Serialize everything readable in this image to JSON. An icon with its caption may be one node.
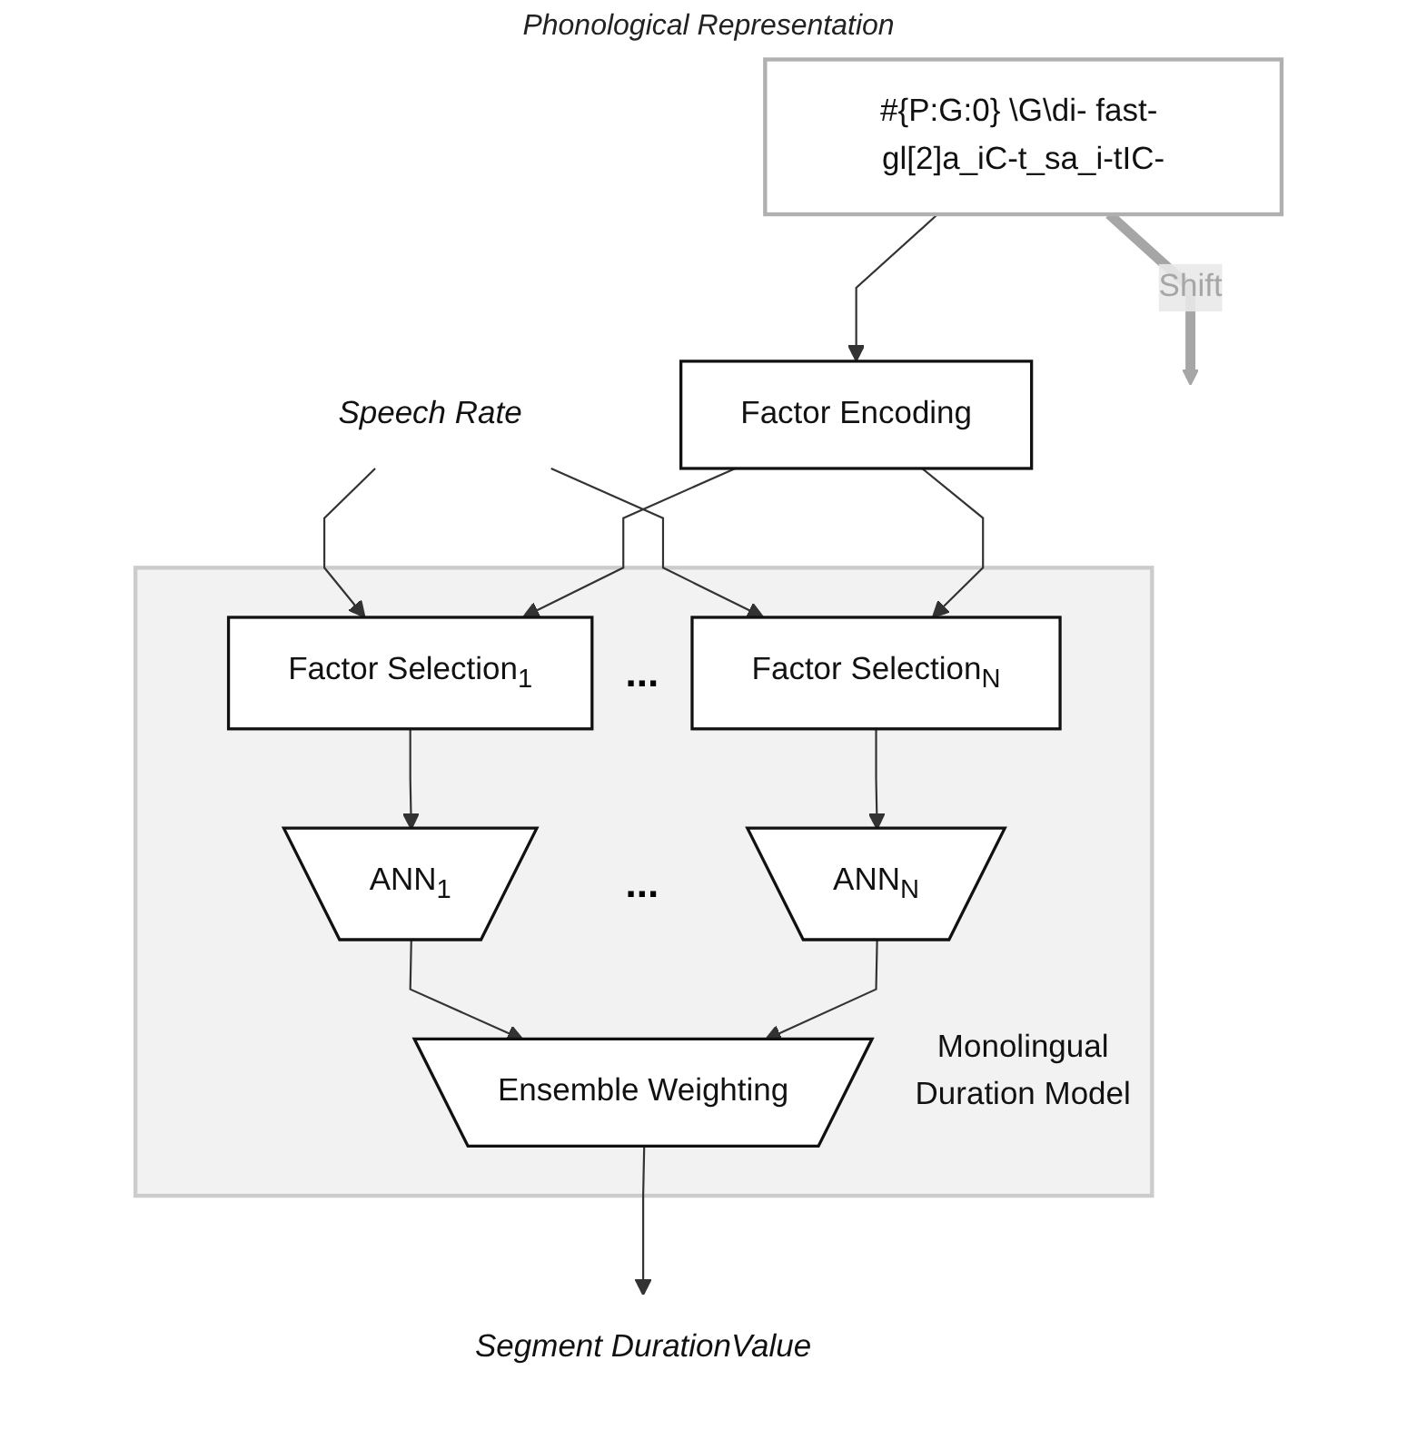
{
  "diagram": {
    "nodes": [
      {
        "text": [
          "#{P:G:0} \\G\\di- fast- gl[2]a_iC-t_sa_i-tIC-"
        ]
      },
      {
        "text": [
          "Speech Rate"
        ]
      },
      {
        "text": [
          "Factor Encoding"
        ]
      },
      {
        "text": [
          "Monolingual Duration Model"
        ]
      },
      {
        "text": [
          "Factor Selection$_{1}$"
        ],
        "in": 3
      },
      {
        "text": [
          "Factor Selection$_{N}$"
        ],
        "in": 3
      },
      {
        "text": [
          "ANN$_{1}$"
        ],
        "in": 3
      },
      {
        "text": [
          "ANN$_{N}$"
        ],
        "in": 3
      },
      {
        "text": [
          "Ensemble Weighting"
        ],
        "in": 3
      },
      {
        "text": [
          "Segment DurationValue"
        ]
      }
    ],
    "edges": [
      {
        "from": 0,
        "to": null,
        "arrow": "to",
        "label": "Shift",
        "style": "thick",
        "color": "#a6a6a6"
      },
      {
        "from": 0,
        "to": 2,
        "arrow": "to"
      },
      {
        "from": 1,
        "to": 4,
        "arrow": "to"
      },
      {
        "from": 1,
        "to": 5,
        "arrow": "to"
      },
      {
        "from": 2,
        "to": 4,
        "arrow": "to"
      },
      {
        "from": 2,
        "to": 5,
        "arrow": "to"
      },
      {
        "from": 4,
        "to": 6,
        "arrow": "to"
      },
      {
        "from": 5,
        "to": 7,
        "arrow": "to"
      },
      {
        "from": 6,
        "to": 8,
        "arrow": "to"
      },
      {
        "from": 7,
        "to": 8,
        "arrow": "to"
      },
      {
        "from": 8,
        "to": 9,
        "arrow": "to"
      }
    ],
    "labels": [
      "Phonological Representation",
      "...",
      "..."
    ]
  }
}
